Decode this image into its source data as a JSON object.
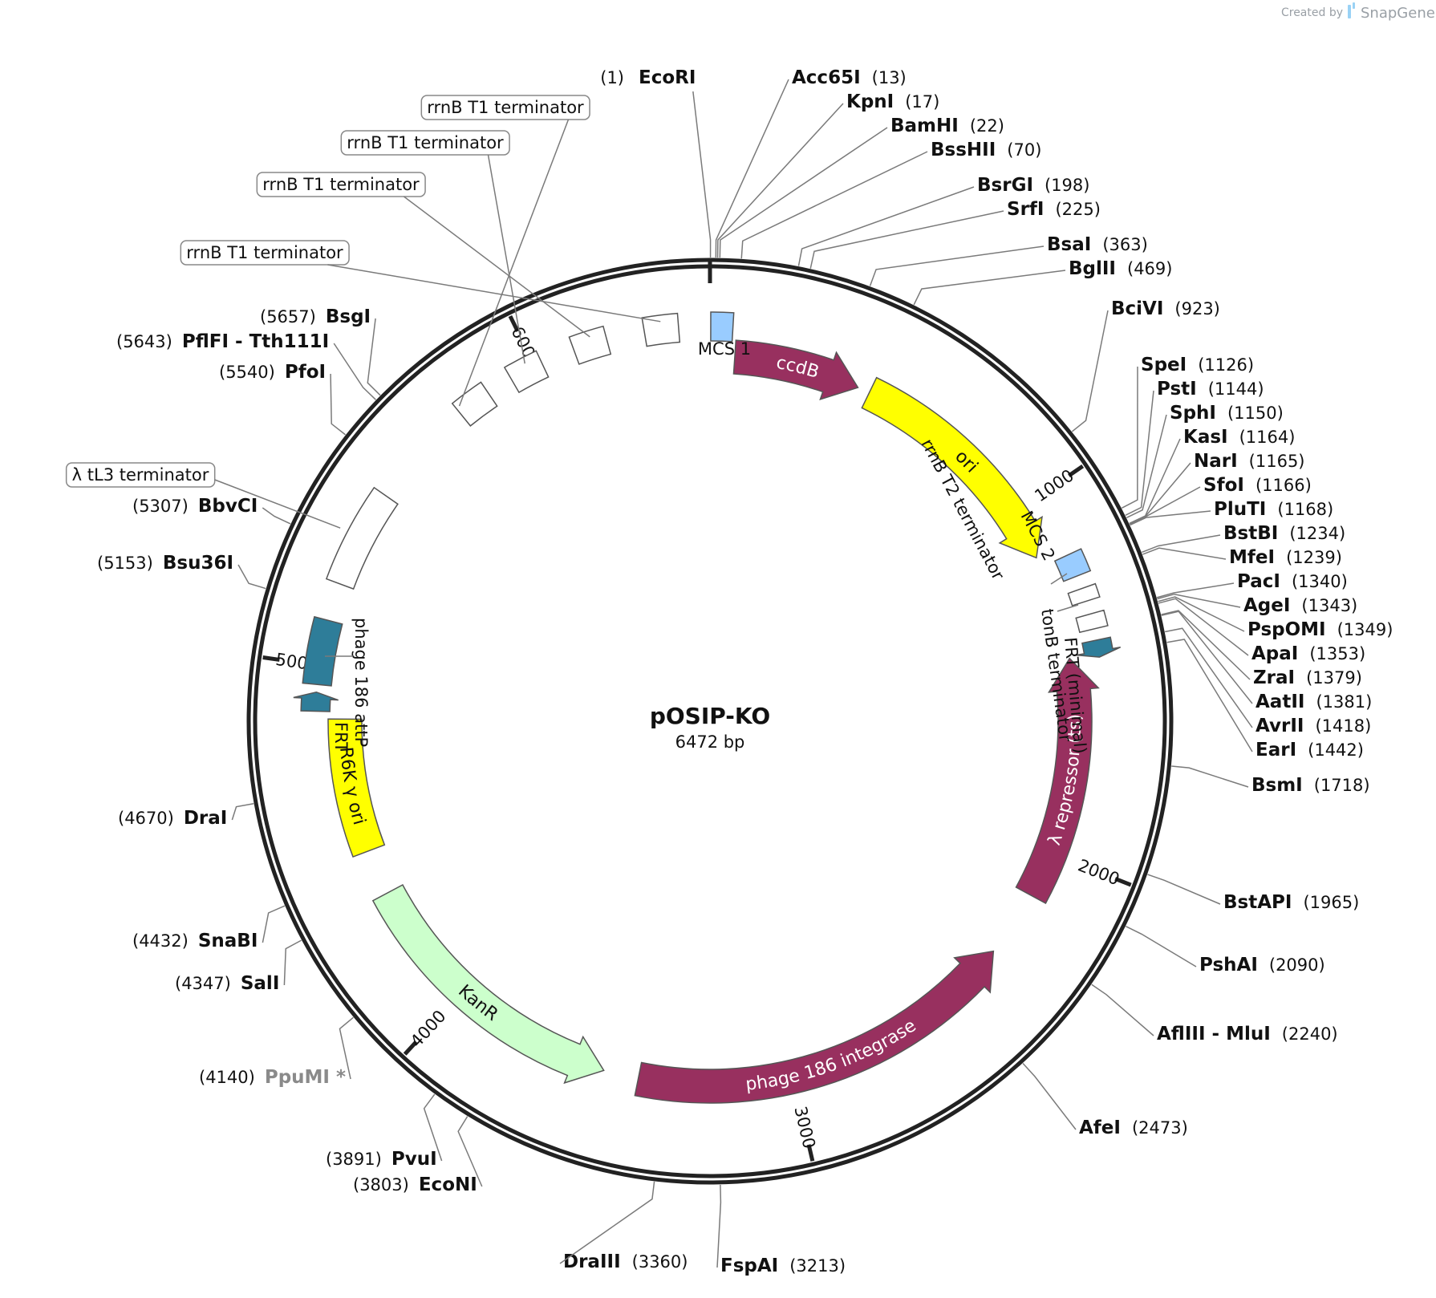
{
  "plasmid": {
    "name": "pOSIP-KO",
    "length_label": "6472 bp",
    "length": 6472
  },
  "branding": {
    "created_by": "Created by",
    "app": "SnapGene"
  },
  "colors": {
    "magenta": "#98305f",
    "yellow": "#ffff00",
    "lightblue": "#99ccff",
    "teal": "#2e7d99",
    "lightgreen": "#ccffcc",
    "white": "#ffffff"
  },
  "ticks": [
    {
      "label": "1000",
      "bp": 1000
    },
    {
      "label": "2000",
      "bp": 2000
    },
    {
      "label": "3000",
      "bp": 3000
    },
    {
      "label": "4000",
      "bp": 4000
    },
    {
      "label": "5000",
      "bp": 5000
    },
    {
      "label": "6000",
      "bp": 6000
    }
  ],
  "features": [
    {
      "name": "ccdB",
      "start": 70,
      "end": 430,
      "dir": 1,
      "color": "magenta",
      "label_in": true,
      "text_color": "#ffffff"
    },
    {
      "name": "ori",
      "start": 465,
      "end": 1140,
      "dir": 1,
      "color": "yellow",
      "label_in": true,
      "text_color": "#111111"
    },
    {
      "name": "λ repressor (ts)",
      "start": 1440,
      "end": 2130,
      "dir": -1,
      "color": "magenta",
      "label_in": true,
      "text_color": "#ffffff"
    },
    {
      "name": "phage 186 integrase",
      "start": 2320,
      "end": 3440,
      "dir": -1,
      "color": "magenta",
      "label_in": true,
      "text_color": "#ffffff"
    },
    {
      "name": "KanR",
      "start": 3540,
      "end": 4350,
      "dir": -1,
      "color": "lightgreen",
      "label_in": true,
      "text_color": "#111111"
    },
    {
      "name": "R6K γ ori",
      "start": 4480,
      "end": 4860,
      "dir": 0,
      "color": "yellow",
      "label_in": true,
      "text_color": "#111111"
    },
    {
      "name": "FRT",
      "start": 4880,
      "end": 4930,
      "dir": 1,
      "color": "teal",
      "label_in": false
    },
    {
      "name": "phage 186 attP",
      "start": 4950,
      "end": 5120,
      "dir": 0,
      "color": "teal",
      "label_in": false
    },
    {
      "name": "λ tL3 terminator",
      "start": 5220,
      "end": 5480,
      "dir": 0,
      "color": "white",
      "label_in": false
    },
    {
      "name": "rrnB T1 terminator",
      "start": 5770,
      "end": 5860,
      "dir": 0,
      "color": "white",
      "label_in": false
    },
    {
      "name": "rrnB T1 terminator",
      "start": 5930,
      "end": 6020,
      "dir": 0,
      "color": "white",
      "label_in": false
    },
    {
      "name": "rrnB T1 terminator",
      "start": 6110,
      "end": 6200,
      "dir": 0,
      "color": "white",
      "label_in": false
    },
    {
      "name": "rrnB T1 terminator",
      "start": 6300,
      "end": 6390,
      "dir": 0,
      "color": "white",
      "label_in": false
    },
    {
      "name": "MCS 1",
      "start": 2,
      "end": 60,
      "dir": 0,
      "color": "lightblue",
      "label_in": false
    },
    {
      "name": "MCS 2",
      "start": 1170,
      "end": 1230,
      "dir": 0,
      "color": "lightblue",
      "label_in": false
    },
    {
      "name": "rrnB T2 terminator",
      "start": 1265,
      "end": 1300,
      "dir": 0,
      "color": "white",
      "label_in": false
    },
    {
      "name": "tonB terminator",
      "start": 1335,
      "end": 1375,
      "dir": 0,
      "color": "white",
      "label_in": false
    },
    {
      "name": "FRT (minimal)",
      "start": 1405,
      "end": 1450,
      "dir": 1,
      "color": "teal",
      "label_in": false
    }
  ],
  "callouts": [
    {
      "text": "rrnB T1 terminator",
      "boxed": true
    },
    {
      "text": "rrnB T1 terminator",
      "boxed": true
    },
    {
      "text": "rrnB T1 terminator",
      "boxed": true
    },
    {
      "text": "rrnB T1 terminator",
      "boxed": true
    },
    {
      "text": "λ tL3 terminator",
      "boxed": true
    },
    {
      "text": "MCS 1"
    },
    {
      "text": "MCS 2"
    },
    {
      "text": "rrnB T2 terminator"
    },
    {
      "text": "tonB terminator"
    },
    {
      "text": "FRT (minimal)"
    },
    {
      "text": "FRT"
    },
    {
      "text": "phage 186 attP"
    }
  ],
  "sites": [
    {
      "name": "EcoRI",
      "pos": "(1)",
      "bp": 1
    },
    {
      "name": "Acc65I",
      "pos": "(13)",
      "bp": 13
    },
    {
      "name": "KpnI",
      "pos": "(17)",
      "bp": 17
    },
    {
      "name": "BamHI",
      "pos": "(22)",
      "bp": 22
    },
    {
      "name": "BssHII",
      "pos": "(70)",
      "bp": 70
    },
    {
      "name": "BsrGI",
      "pos": "(198)",
      "bp": 198
    },
    {
      "name": "SrfI",
      "pos": "(225)",
      "bp": 225
    },
    {
      "name": "BsaI",
      "pos": "(363)",
      "bp": 363
    },
    {
      "name": "BglII",
      "pos": "(469)",
      "bp": 469
    },
    {
      "name": "BciVI",
      "pos": "(923)",
      "bp": 923
    },
    {
      "name": "SpeI",
      "pos": "(1126)",
      "bp": 1126
    },
    {
      "name": "PstI",
      "pos": "(1144)",
      "bp": 1144
    },
    {
      "name": "SphI",
      "pos": "(1150)",
      "bp": 1150
    },
    {
      "name": "KasI",
      "pos": "(1164)",
      "bp": 1164
    },
    {
      "name": "NarI",
      "pos": "(1165)",
      "bp": 1165
    },
    {
      "name": "SfoI",
      "pos": "(1166)",
      "bp": 1166
    },
    {
      "name": "PluTI",
      "pos": "(1168)",
      "bp": 1168
    },
    {
      "name": "BstBI",
      "pos": "(1234)",
      "bp": 1234
    },
    {
      "name": "MfeI",
      "pos": "(1239)",
      "bp": 1239
    },
    {
      "name": "PacI",
      "pos": "(1340)",
      "bp": 1340
    },
    {
      "name": "AgeI",
      "pos": "(1343)",
      "bp": 1343
    },
    {
      "name": "PspOMI",
      "pos": "(1349)",
      "bp": 1349
    },
    {
      "name": "ApaI",
      "pos": "(1353)",
      "bp": 1353
    },
    {
      "name": "ZraI",
      "pos": "(1379)",
      "bp": 1379
    },
    {
      "name": "AatII",
      "pos": "(1381)",
      "bp": 1381
    },
    {
      "name": "AvrII",
      "pos": "(1418)",
      "bp": 1418
    },
    {
      "name": "EarI",
      "pos": "(1442)",
      "bp": 1442
    },
    {
      "name": "BsmI",
      "pos": "(1718)",
      "bp": 1718
    },
    {
      "name": "BstAPI",
      "pos": "(1965)",
      "bp": 1965
    },
    {
      "name": "PshAI",
      "pos": "(2090)",
      "bp": 2090
    },
    {
      "name": "AflIII - MluI",
      "pos": "(2240)",
      "bp": 2240
    },
    {
      "name": "AfeI",
      "pos": "(2473)",
      "bp": 2473
    },
    {
      "name": "FspAI",
      "pos": "(3213)",
      "bp": 3213
    },
    {
      "name": "DraIII",
      "pos": "(3360)",
      "bp": 3360
    },
    {
      "name": "EcoNI",
      "pos": "(3803)",
      "bp": 3803
    },
    {
      "name": "PvuI",
      "pos": "(3891)",
      "bp": 3891
    },
    {
      "name": "PpuMI *",
      "pos": "(4140)",
      "bp": 4140,
      "grey": true
    },
    {
      "name": "SalI",
      "pos": "(4347)",
      "bp": 4347
    },
    {
      "name": "SnaBI",
      "pos": "(4432)",
      "bp": 4432
    },
    {
      "name": "DraI",
      "pos": "(4670)",
      "bp": 4670
    },
    {
      "name": "Bsu36I",
      "pos": "(5153)",
      "bp": 5153
    },
    {
      "name": "BbvCI",
      "pos": "(5307)",
      "bp": 5307
    },
    {
      "name": "PfoI",
      "pos": "(5540)",
      "bp": 5540
    },
    {
      "name": "PflFI - Tth111I",
      "pos": "(5643)",
      "bp": 5643
    },
    {
      "name": "BsgI",
      "pos": "(5657)",
      "bp": 5657
    }
  ]
}
